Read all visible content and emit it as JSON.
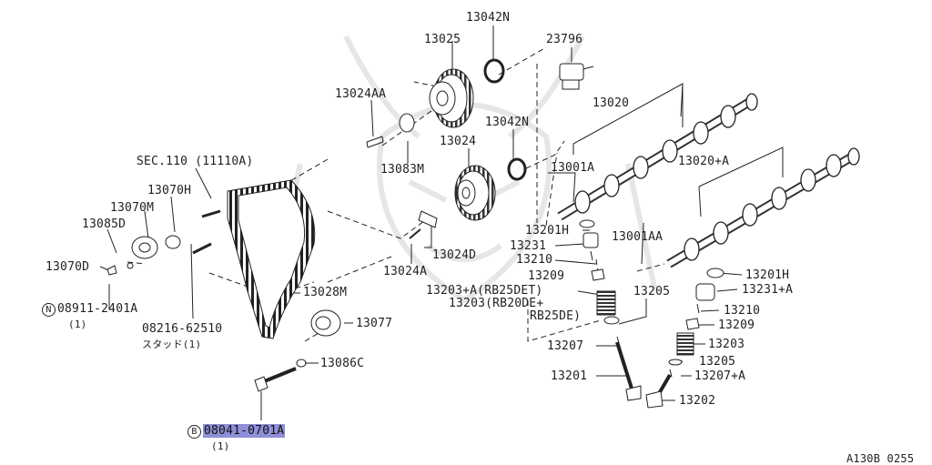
{
  "parts": {
    "p13042N_top": "13042N",
    "p13025": "13025",
    "p23796": "23796",
    "p13024AA": "13024AA",
    "p13020": "13020",
    "p13042N_mid": "13042N",
    "p13024": "13024",
    "p13083M": "13083M",
    "p13001A": "13001A",
    "pSEC110": "SEC.110 (11110A)",
    "p13020A": "13020+A",
    "p13070H": "13070H",
    "p13070M": "13070M",
    "p13085D": "13085D",
    "p13201H_a": "13201H",
    "p13001AA": "13001AA",
    "p13231": "13231",
    "p13024D": "13024D",
    "p13070D": "13070D",
    "p13210_a": "13210",
    "p13024A": "13024A",
    "p13209_a": "13209",
    "p13201H_b": "13201H",
    "p13203A": "13203+A(RB25DET)",
    "p13205_a": "13205",
    "p13231A": "13231+A",
    "p13028M": "13028M",
    "p13203": "13203(RB20DE+",
    "p13203_cont": "RB25DE)",
    "p08911_num": "08911-2401A",
    "p08911_qty": "(1)",
    "p13210_b": "13210",
    "p13077": "13077",
    "p13209_b": "13209",
    "p08216_num": "08216-62510",
    "p08216_sub": "スタッド(1)",
    "p13207_a": "13207",
    "p13203_b": "13203",
    "p13205_b": "13205",
    "p13086C": "13086C",
    "p13201": "13201",
    "p13207A": "13207+A",
    "p13202": "13202",
    "p08041_num": "08041-0701A",
    "p08041_qty": "(1)",
    "ref": "A130B 0255"
  },
  "markers": {
    "n": "N",
    "b": "B"
  },
  "colors": {
    "line": "#222222",
    "highlight": "#8f8fd8",
    "watermark": "#e6e6e6"
  }
}
